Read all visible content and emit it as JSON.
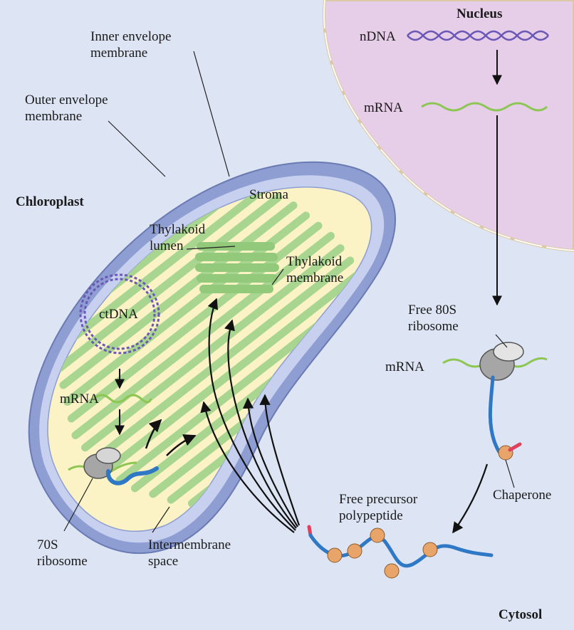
{
  "labels": {
    "nucleus": "Nucleus",
    "ndna": "nDNA",
    "mrna_nuclear": "mRNA",
    "inner_envelope": "Inner envelope\nmembrane",
    "outer_envelope": "Outer envelope\nmembrane",
    "chloroplast": "Chloroplast",
    "stroma": "Stroma",
    "thylakoid_lumen": "Thylakoid\nlumen",
    "thylakoid_membrane": "Thylakoid\nmembrane",
    "ctdna": "ctDNA",
    "mrna_chloroplast": "mRNA",
    "free_80s_ribosome": "Free 80S\nribosome",
    "mrna_cytosol": "mRNA",
    "chaperone": "Chaperone",
    "free_precursor": "Free precursor\npolypeptide",
    "ribosome_70s": "70S\nribosome",
    "intermembrane_space": "Intermembrane\nspace",
    "cytosol": "Cytosol"
  },
  "colors": {
    "background": "#dde5f4",
    "nucleus_fill": "#e6cde8",
    "nuclear_envelope": "#dcc9a3",
    "outer_membrane": "#8e9ed3",
    "stroma_fill": "#fbf2c6",
    "thylakoid": "#a8d58f",
    "dna": "#6b58b6",
    "mrna": "#8cc653",
    "polypeptide": "#2e78c6",
    "ribosome": "#a6a6a6",
    "chaperone": "#e9a569",
    "signal": "#e0405c"
  }
}
